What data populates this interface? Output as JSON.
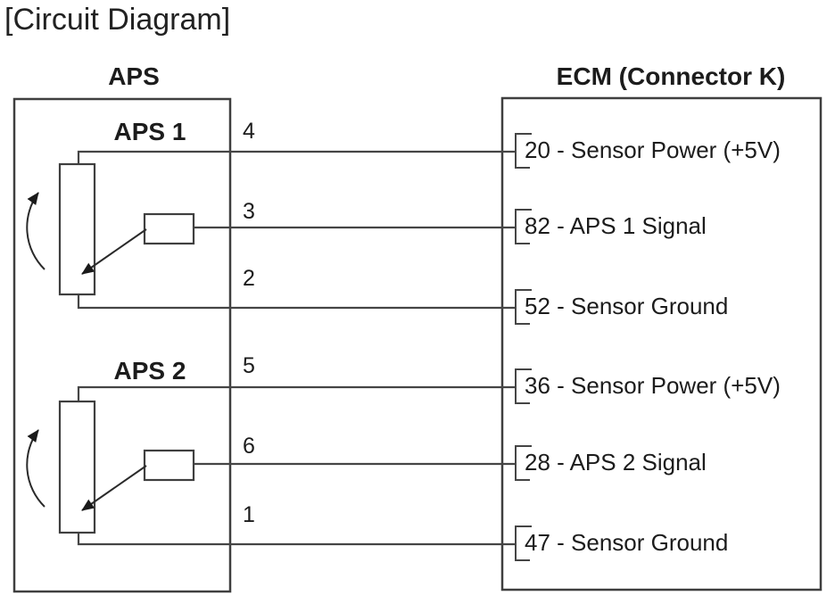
{
  "title": "[Circuit Diagram]",
  "aps": {
    "header": "APS",
    "sensors": [
      {
        "label": "APS 1"
      },
      {
        "label": "APS 2"
      }
    ]
  },
  "ecm": {
    "header": "ECM (Connector K)"
  },
  "wires": [
    {
      "aps_pin": "4",
      "ecm_text": "20 - Sensor Power (+5V)"
    },
    {
      "aps_pin": "3",
      "ecm_text": "82 - APS 1 Signal"
    },
    {
      "aps_pin": "2",
      "ecm_text": "52 - Sensor Ground"
    },
    {
      "aps_pin": "5",
      "ecm_text": "36 - Sensor Power (+5V)"
    },
    {
      "aps_pin": "6",
      "ecm_text": "28 - APS 2 Signal"
    },
    {
      "aps_pin": "1",
      "ecm_text": "47 - Sensor Ground"
    }
  ],
  "colors": {
    "line": "#3f3f3f",
    "arrow": "#1a1a1a",
    "text": "#1c1c1c",
    "background": "#ffffff"
  }
}
